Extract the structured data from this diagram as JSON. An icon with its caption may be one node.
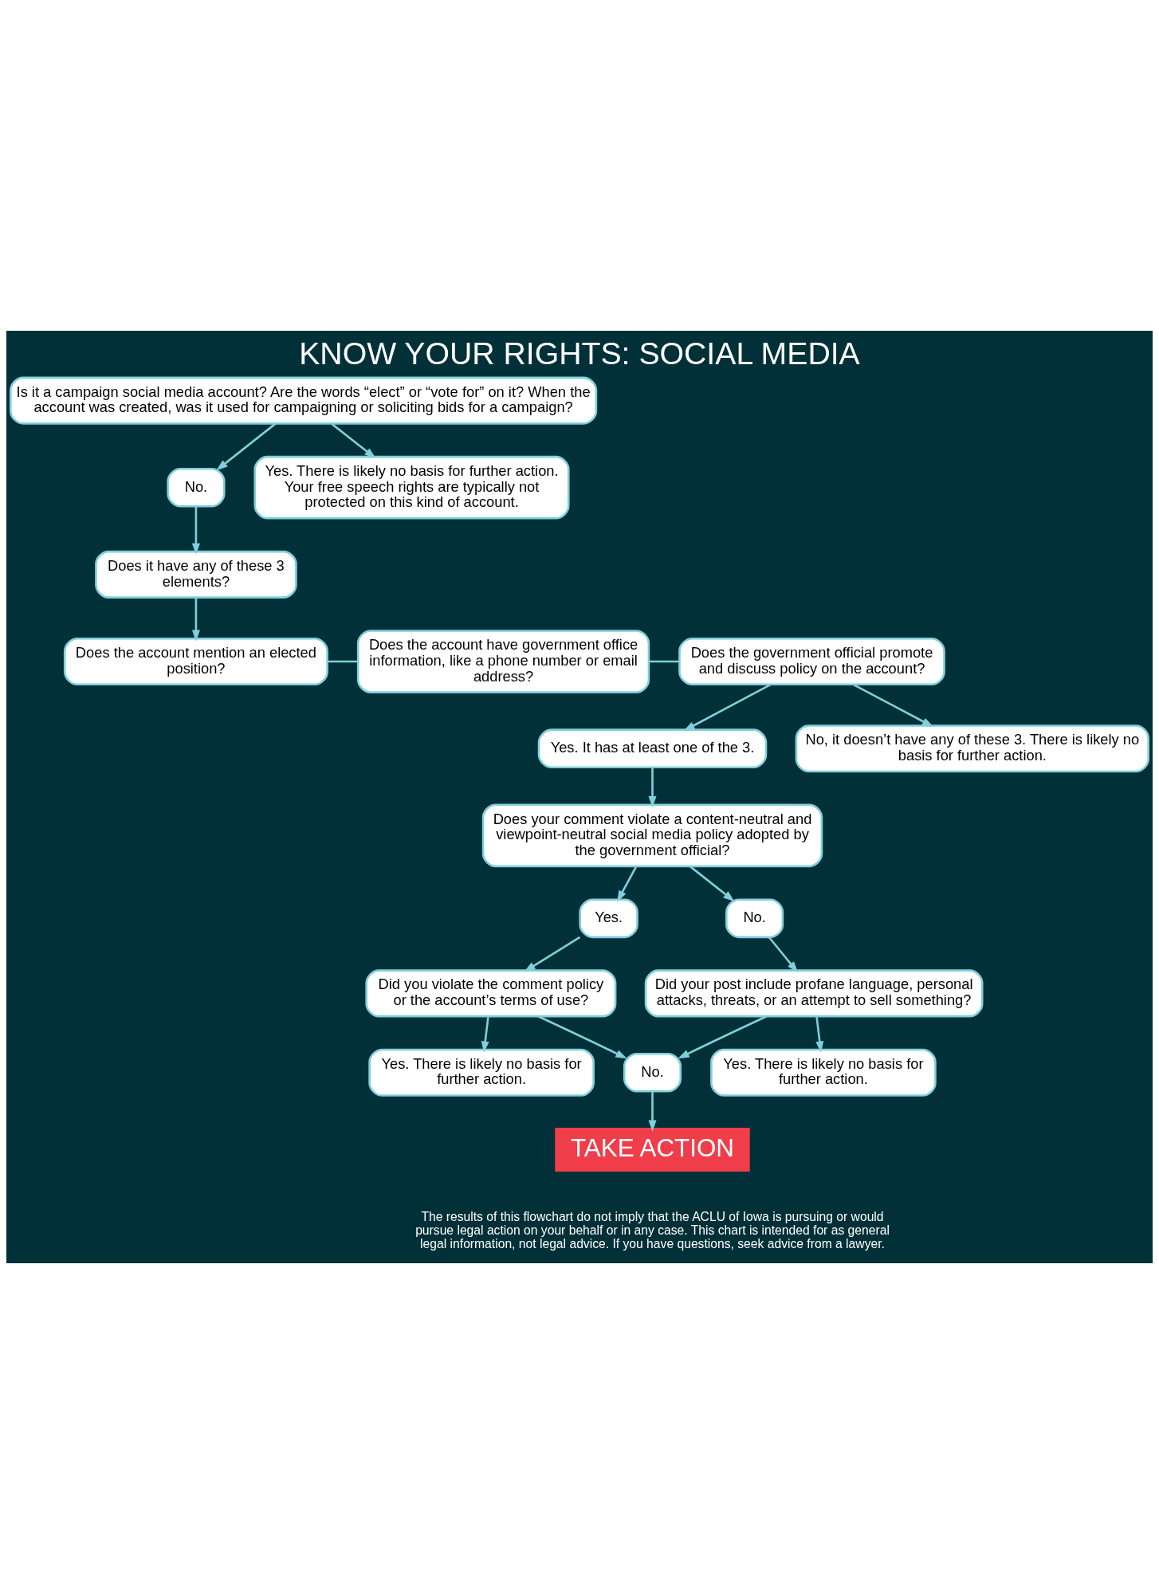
{
  "diagram": {
    "title": "KNOW YOUR RIGHTS: SOCIAL MEDIA",
    "nodes": [
      {
        "text": [
          "Is it a campaign social media account? Are the words “elect” or “vote for” on it? When the account was created, was it used for campaigning or soliciting bids for a campaign?"
        ]
      },
      {
        "text": [
          "No."
        ]
      },
      {
        "text": [
          "Yes. There is likely no basis for further action. Your free speech rights are typically not protected on this kind of account."
        ]
      },
      {
        "text": [
          "Does it have any of these 3 elements?"
        ]
      },
      {
        "text": [
          "Does the account mention an elected position?"
        ]
      },
      {
        "text": [
          "Does the account have government office information, like a phone number or email address?"
        ]
      },
      {
        "text": [
          "Does the government official promote and discuss policy on the account?"
        ]
      },
      {
        "text": [
          "Yes. It has at least one of the 3."
        ]
      },
      {
        "text": [
          "No, it doesn’t have any of these 3. There is likely no basis for further action."
        ]
      },
      {
        "text": [
          "Does your comment violate a content-neutral and viewpoint-neutral social media policy adopted by the government official?"
        ]
      },
      {
        "text": [
          "Yes."
        ]
      },
      {
        "text": [
          "No."
        ]
      },
      {
        "text": [
          "Did you violate the comment policy or the account’s terms of use?"
        ]
      },
      {
        "text": [
          "Did your post include profane language, personal attacks, threats, or an attempt to sell something?"
        ]
      },
      {
        "text": [
          "Yes. There is likely no basis for further action."
        ]
      },
      {
        "text": [
          "No."
        ]
      },
      {
        "text": [
          "Yes. There is likely no basis for further action."
        ]
      },
      {
        "text": [
          "TAKE ACTION"
        ]
      }
    ],
    "edges": [
      {
        "from": 0,
        "to": 1,
        "arrow": "to"
      },
      {
        "from": 0,
        "to": 2,
        "arrow": "to"
      },
      {
        "from": 1,
        "to": 3,
        "arrow": "to"
      },
      {
        "from": 3,
        "to": 4,
        "arrow": "to"
      },
      {
        "from": 4,
        "to": 5,
        "arrow": "none"
      },
      {
        "from": 5,
        "to": 6,
        "arrow": "none"
      },
      {
        "from": 6,
        "to": 7,
        "arrow": "to"
      },
      {
        "from": 6,
        "to": 8,
        "arrow": "to"
      },
      {
        "from": 7,
        "to": 9,
        "arrow": "to"
      },
      {
        "from": 9,
        "to": 10,
        "arrow": "to"
      },
      {
        "from": 9,
        "to": 11,
        "arrow": "to"
      },
      {
        "from": 10,
        "to": 12,
        "arrow": "to"
      },
      {
        "from": 11,
        "to": 13,
        "arrow": "to"
      },
      {
        "from": 12,
        "to": 14,
        "arrow": "to"
      },
      {
        "from": 12,
        "to": 15,
        "arrow": "to"
      },
      {
        "from": 13,
        "to": 15,
        "arrow": "to"
      },
      {
        "from": 13,
        "to": 16,
        "arrow": "to"
      },
      {
        "from": 15,
        "to": 17,
        "arrow": "to"
      }
    ],
    "labels": [
      "The results of this flowchart do not imply that the ACLU of Iowa is pursuing or would pursue legal action on your behalf or in any case. This chart is intended for as general legal information, not legal advice. If you have questions, seek advice from a lawyer."
    ]
  }
}
